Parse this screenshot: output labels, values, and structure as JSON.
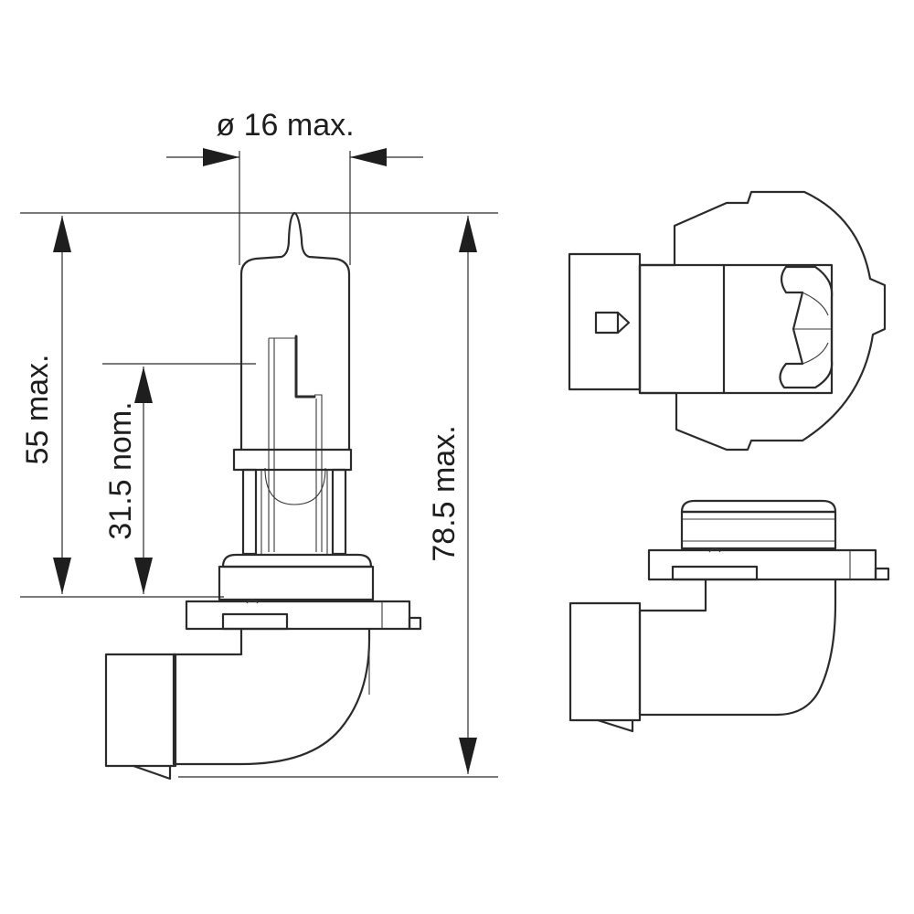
{
  "dimensions": {
    "diameter_label": "ø 16 max.",
    "height_total_label": "55 max.",
    "light_center_label": "31.5 nom.",
    "overall_length_label": "78.5 max."
  },
  "colors": {
    "line": "#2b2b2b",
    "background": "#ffffff"
  }
}
